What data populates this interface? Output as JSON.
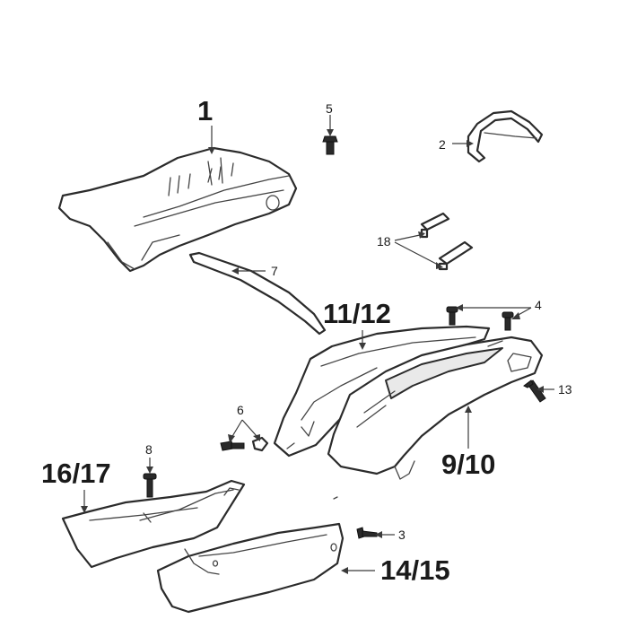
{
  "labels": {
    "p1": "1",
    "p2": "2",
    "p3": "3",
    "p4": "4",
    "p5": "5",
    "p6": "6",
    "p7": "7",
    "p8": "8",
    "p9_10": "9/10",
    "p11_12": "11/12",
    "p13": "13",
    "p14_15": "14/15",
    "p16_17": "16/17",
    "p18": "18"
  }
}
